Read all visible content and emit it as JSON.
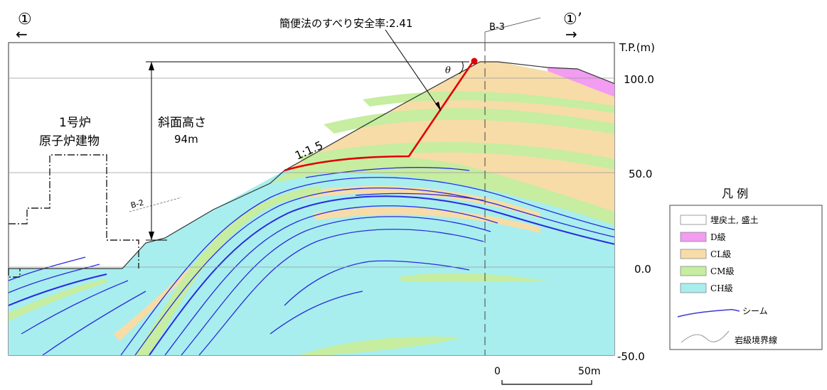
{
  "section": {
    "left_marker": "①",
    "right_marker": "①’",
    "left_arrow": "←",
    "right_arrow": "→"
  },
  "annotations": {
    "safety_factor": "簡便法のすべり安全率:2.41",
    "borehole_b3": "B-3",
    "borehole_b2": "B-2",
    "theta": "θ",
    "slope_ratio": "1:1.5",
    "slope_height_label": "斜面高さ",
    "slope_height_value": "94m",
    "building_line1": "1号炉",
    "building_line2": "原子炉建物"
  },
  "elevation": {
    "unit": "T.P.(m)",
    "ticks": [
      "100.0",
      "50.0",
      "0.0",
      "-50.0"
    ]
  },
  "scale_bar": {
    "start": "0",
    "end": "50m"
  },
  "legend": {
    "title": "凡 例",
    "items": [
      {
        "label": "埋戻土, 盛土",
        "color": "#ffffff"
      },
      {
        "label": "D級",
        "color": "#f29cf2"
      },
      {
        "label": "CL級",
        "color": "#f7dca8"
      },
      {
        "label": "CM級",
        "color": "#c6eda0"
      },
      {
        "label": "CH級",
        "color": "#a8eeee"
      },
      {
        "label": "シーム",
        "color": "#3a3ad0"
      },
      {
        "label": "岩級境界線",
        "color": "#999999"
      }
    ]
  },
  "colors": {
    "slip_line": "#e00000",
    "seam": "#2a2ae0",
    "boundary": "#888888"
  }
}
